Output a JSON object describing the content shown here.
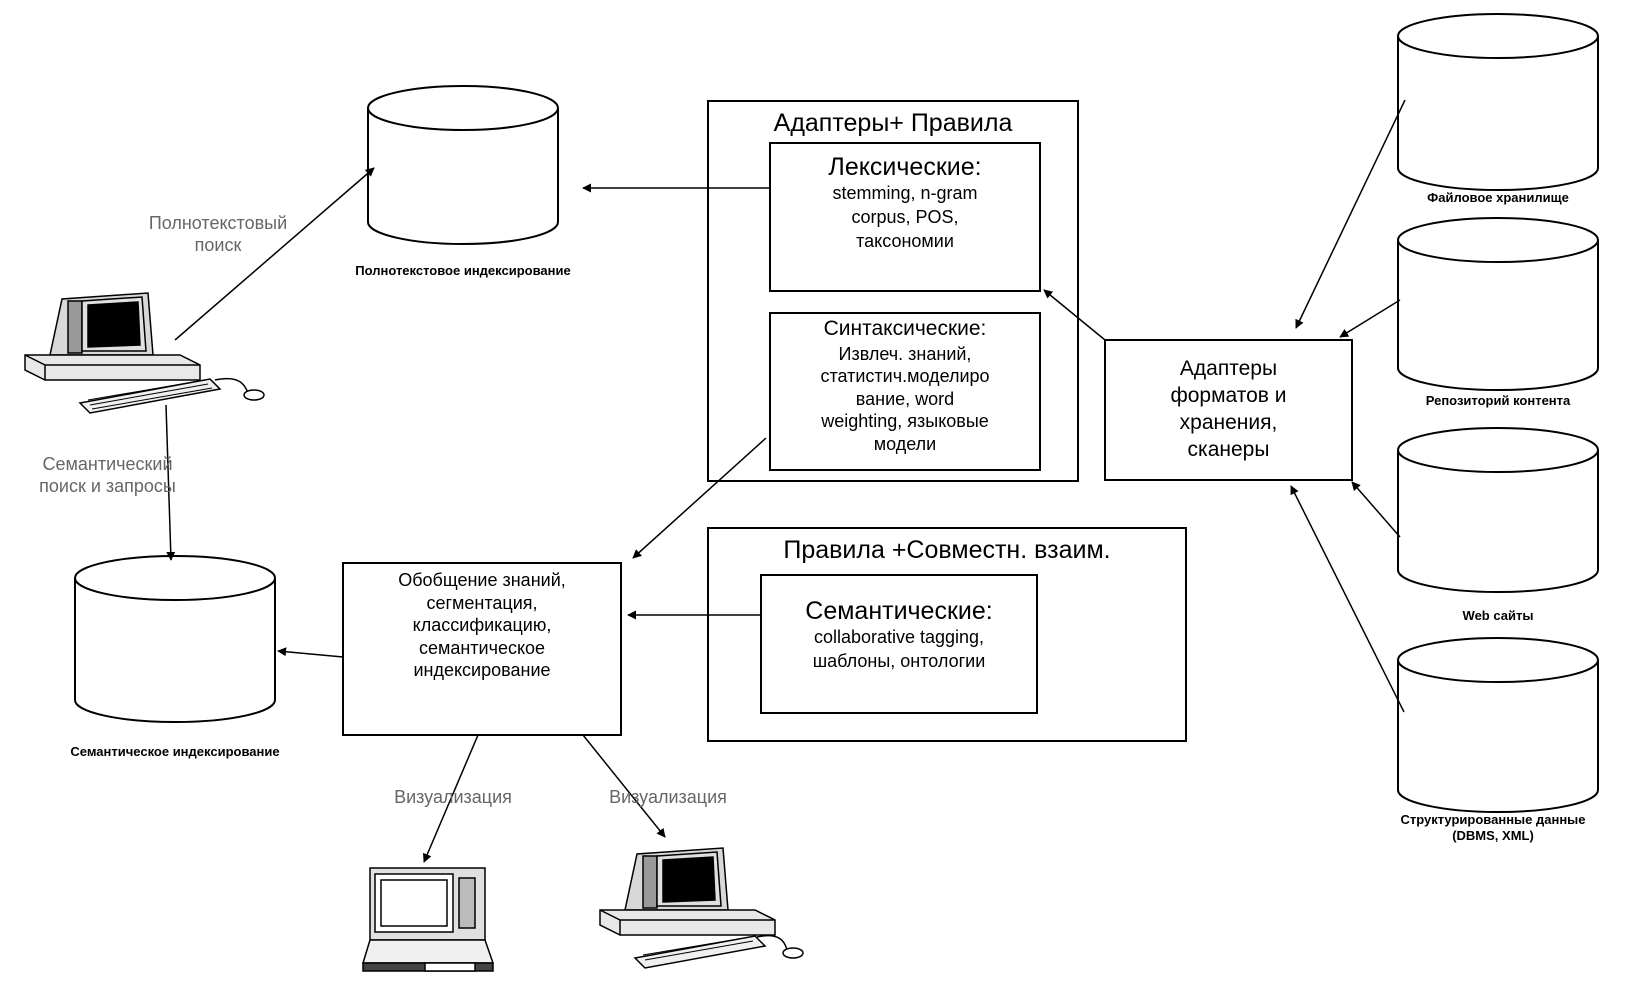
{
  "containers": {
    "adapters_rules": "Адаптеры+ Правила",
    "rules_collab": "Правила +Совместн. взаим."
  },
  "lexical": {
    "title": "Лексические:",
    "lines": [
      "stemming, n-gram",
      "corpus, POS,",
      "таксономии"
    ]
  },
  "syntactic": {
    "title": "Синтаксические:",
    "lines": [
      "Извлеч. знаний,",
      "статистич.моделиро",
      "вание, word",
      "weighting, языковые",
      "модели"
    ]
  },
  "semantic": {
    "title": "Семантические:",
    "lines": [
      "collaborative tagging,",
      "шаблоны, онтологии"
    ]
  },
  "format_adapters": {
    "lines": [
      "Адаптеры",
      "форматов и",
      "хранения,",
      "сканеры"
    ]
  },
  "generalization": {
    "lines": [
      "Обобщение знаний,",
      "сегментация,",
      "классификацию,",
      "семантическое",
      "индексирование"
    ]
  },
  "databases": {
    "fulltext_index": "Полнотекстовое индексирование",
    "semantic_index": "Семантическое индексирование",
    "file_storage": "Файловое хранилище",
    "content_repo": "Репозиторий контента",
    "web_sites": "Web сайты",
    "structured_data": [
      "Структурированные данные",
      "(DBMS, XML)"
    ]
  },
  "edge_labels": {
    "fulltext_search": [
      "Полнотекстовый",
      "поиск"
    ],
    "semantic_search": [
      "Семантический",
      "поиск и запросы"
    ],
    "visualization_1": "Визуализация",
    "visualization_2": "Визуализация"
  },
  "colors": {
    "line": "#000000",
    "muted_text": "#666666",
    "background": "#ffffff"
  },
  "icons": [
    "desktop-computer-icon",
    "laptop-icon",
    "database-cylinder-icon"
  ]
}
